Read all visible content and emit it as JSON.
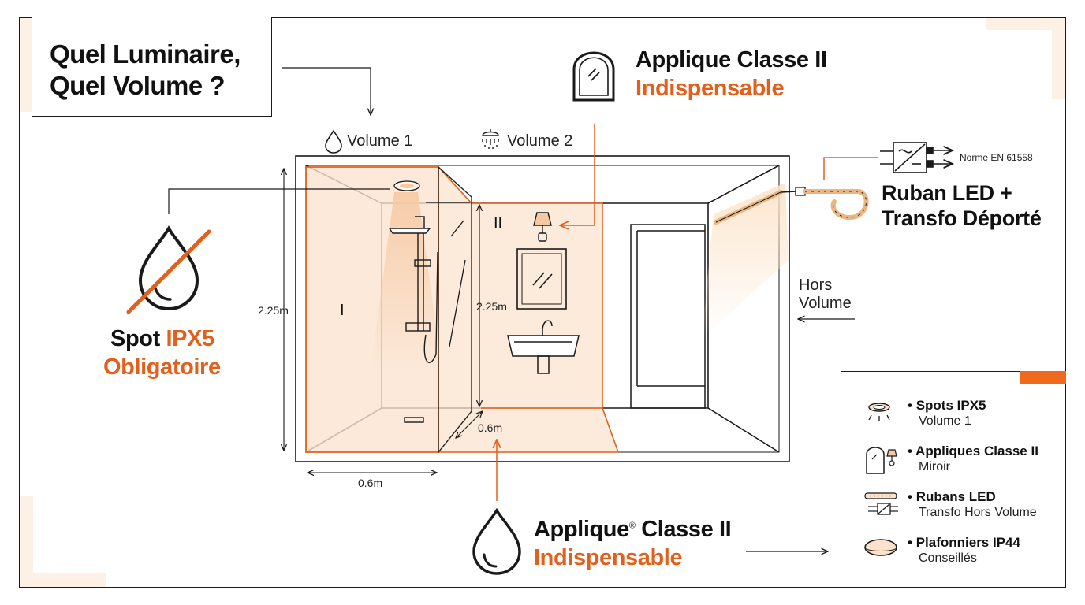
{
  "title": {
    "line1": "Quel Luminaire,",
    "line2": "Quel Volume ?"
  },
  "volumes": {
    "volume1": "Volume 1",
    "volume2": "Volume 2",
    "hors_line1": "Hors",
    "hors_line2": "Volume"
  },
  "zones": {
    "zone1": "I",
    "zone2": "II"
  },
  "dimensions": {
    "height_left": "2.25m",
    "height_mid": "2.25m",
    "width_bottom": "0.6m",
    "width_diag": "0.6m"
  },
  "spot": {
    "line1_a": "Spot ",
    "line1_b": "IPX5",
    "line2": "Obligatoire"
  },
  "applique_top": {
    "line1": "Applique Classe II",
    "line2": "Indispensable"
  },
  "applique_bottom": {
    "line1_a": "Applique",
    "line1_sup": "®",
    "line1_b": " Classe II",
    "line2": "Indispensable"
  },
  "ruban": {
    "norme": "Norme EN 61558",
    "line1": "Ruban LED +",
    "line2": "Transfo Déporté"
  },
  "legend": {
    "items": [
      {
        "title": "Spots IPX5",
        "sub": "Volume 1",
        "icon": "recessed-spot-icon"
      },
      {
        "title": "Appliques Classe II",
        "sub": "Miroir",
        "icon": "mirror-sconce-icon"
      },
      {
        "title": "Rubans LED",
        "sub": "Transfo Hors Volume",
        "icon": "led-strip-transformer-icon"
      },
      {
        "title": "Plafonniers IP44",
        "sub": "Conseillés",
        "icon": "ceiling-light-icon"
      }
    ]
  },
  "colors": {
    "accent": "#e2601c",
    "zone_fill": "#fbe3cf",
    "line": "#1a1a1a",
    "corner_tint": "#fdf1e6"
  }
}
